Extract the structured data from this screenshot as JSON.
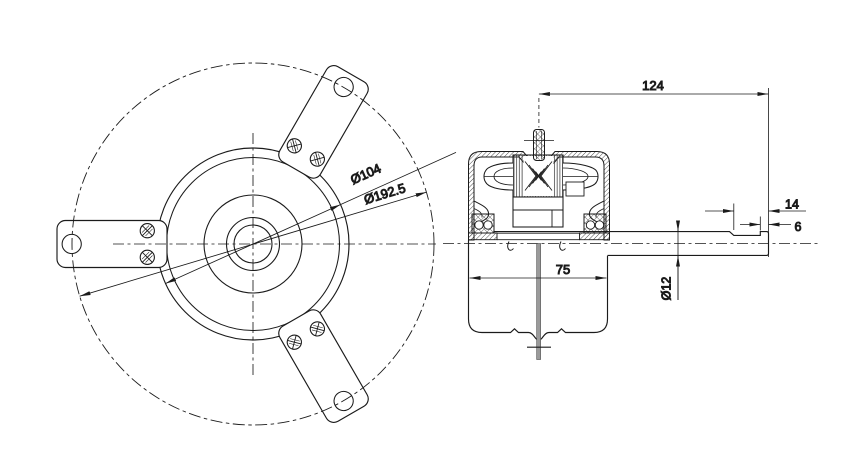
{
  "drawing": {
    "type": "technical-drawing",
    "views": {
      "front": {
        "dims": {
          "body_diameter": "Ø104",
          "bolt_circle_diameter": "Ø192.5"
        }
      },
      "side": {
        "dims": {
          "overall_length": "124",
          "body_width": "75",
          "shaft_flat_length": "14",
          "shaft_tip_length": "6",
          "shaft_diameter": "Ø12"
        }
      }
    },
    "colors": {
      "line": "#1b1b1b",
      "background": "#ffffff",
      "shaft_bar": "#9a9a9a"
    }
  }
}
